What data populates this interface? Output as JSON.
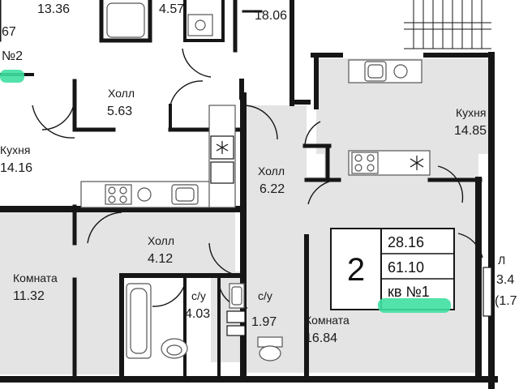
{
  "plan": {
    "colors": {
      "floor": "#e4e4e4",
      "wall": "#161616",
      "fixture": "#555555",
      "highlight": "#3fe0a2",
      "background": "#ffffff"
    },
    "top_fragments": {
      "num_a": "67",
      "num_b": "13.36",
      "num_c": "4.57",
      "num_d": "18.06",
      "apt_fragment": "№2"
    },
    "rooms": {
      "hall_top": {
        "name": "Холл",
        "area": "5.63"
      },
      "kitchen_left": {
        "name": "Кухня",
        "area": "14.16"
      },
      "kitchen_right": {
        "name": "Кухня",
        "area": "14.85"
      },
      "hall_center": {
        "name": "Холл",
        "area": "6.22"
      },
      "hall_lower": {
        "name": "Холл",
        "area": "4.12"
      },
      "room_left": {
        "name": "Комната",
        "area": "11.32"
      },
      "bath_1": {
        "name": "с/у",
        "area": "4.03"
      },
      "bath_2": {
        "name": "с/у",
        "area": "1.97"
      },
      "room_right": {
        "name": "Комната",
        "area": "16.84"
      },
      "right_edge": {
        "name": "Л",
        "area": "3.4",
        "extra": "(1.7"
      }
    },
    "info_box": {
      "rooms_count": "2",
      "living_area": "28.16",
      "total_area": "61.10",
      "apartment_label": "кв №1"
    },
    "icons": [
      "kitchen-sink-icon",
      "stove-icon",
      "ventilation-shaft-icon",
      "bathtub-icon",
      "toilet-icon",
      "washbasin-icon",
      "staircase-icon"
    ]
  }
}
